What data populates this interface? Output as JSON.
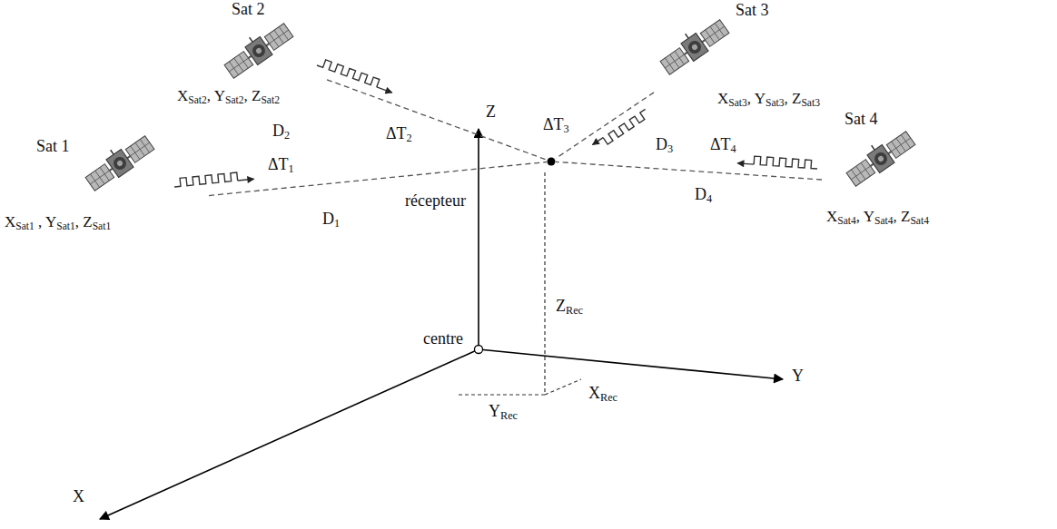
{
  "diagram": {
    "nodes": [
      {
        "text": [
          "Sat 1",
          "XSat1 , YSat1, ZSat1"
        ]
      },
      {
        "text": [
          "Sat 2",
          "XSat2, YSat2, ZSat2"
        ]
      },
      {
        "text": [
          "Sat 3",
          "XSat3, YSat3, ZSat3"
        ]
      },
      {
        "text": [
          "Sat 4",
          "XSat4, YSat4, ZSat4"
        ]
      },
      {
        "text": [
          "centre"
        ]
      },
      {
        "text": [
          "récepteur"
        ],
        "in": 4
      }
    ],
    "edges": [
      {
        "from": 0,
        "to": 5,
        "label": "D1",
        "arrow": "none"
      },
      {
        "from": 1,
        "to": 5,
        "label": "D2",
        "arrow": "none"
      },
      {
        "from": 2,
        "to": 5,
        "label": "D3",
        "arrow": "none"
      },
      {
        "from": 3,
        "to": 5,
        "label": "D4",
        "arrow": "none"
      }
    ],
    "labels": [
      "ΔT1",
      "ΔT2",
      "ΔT3",
      "ΔT4",
      "Z",
      "Y",
      "X",
      "ZRec",
      "YRec",
      "XRec"
    ]
  }
}
